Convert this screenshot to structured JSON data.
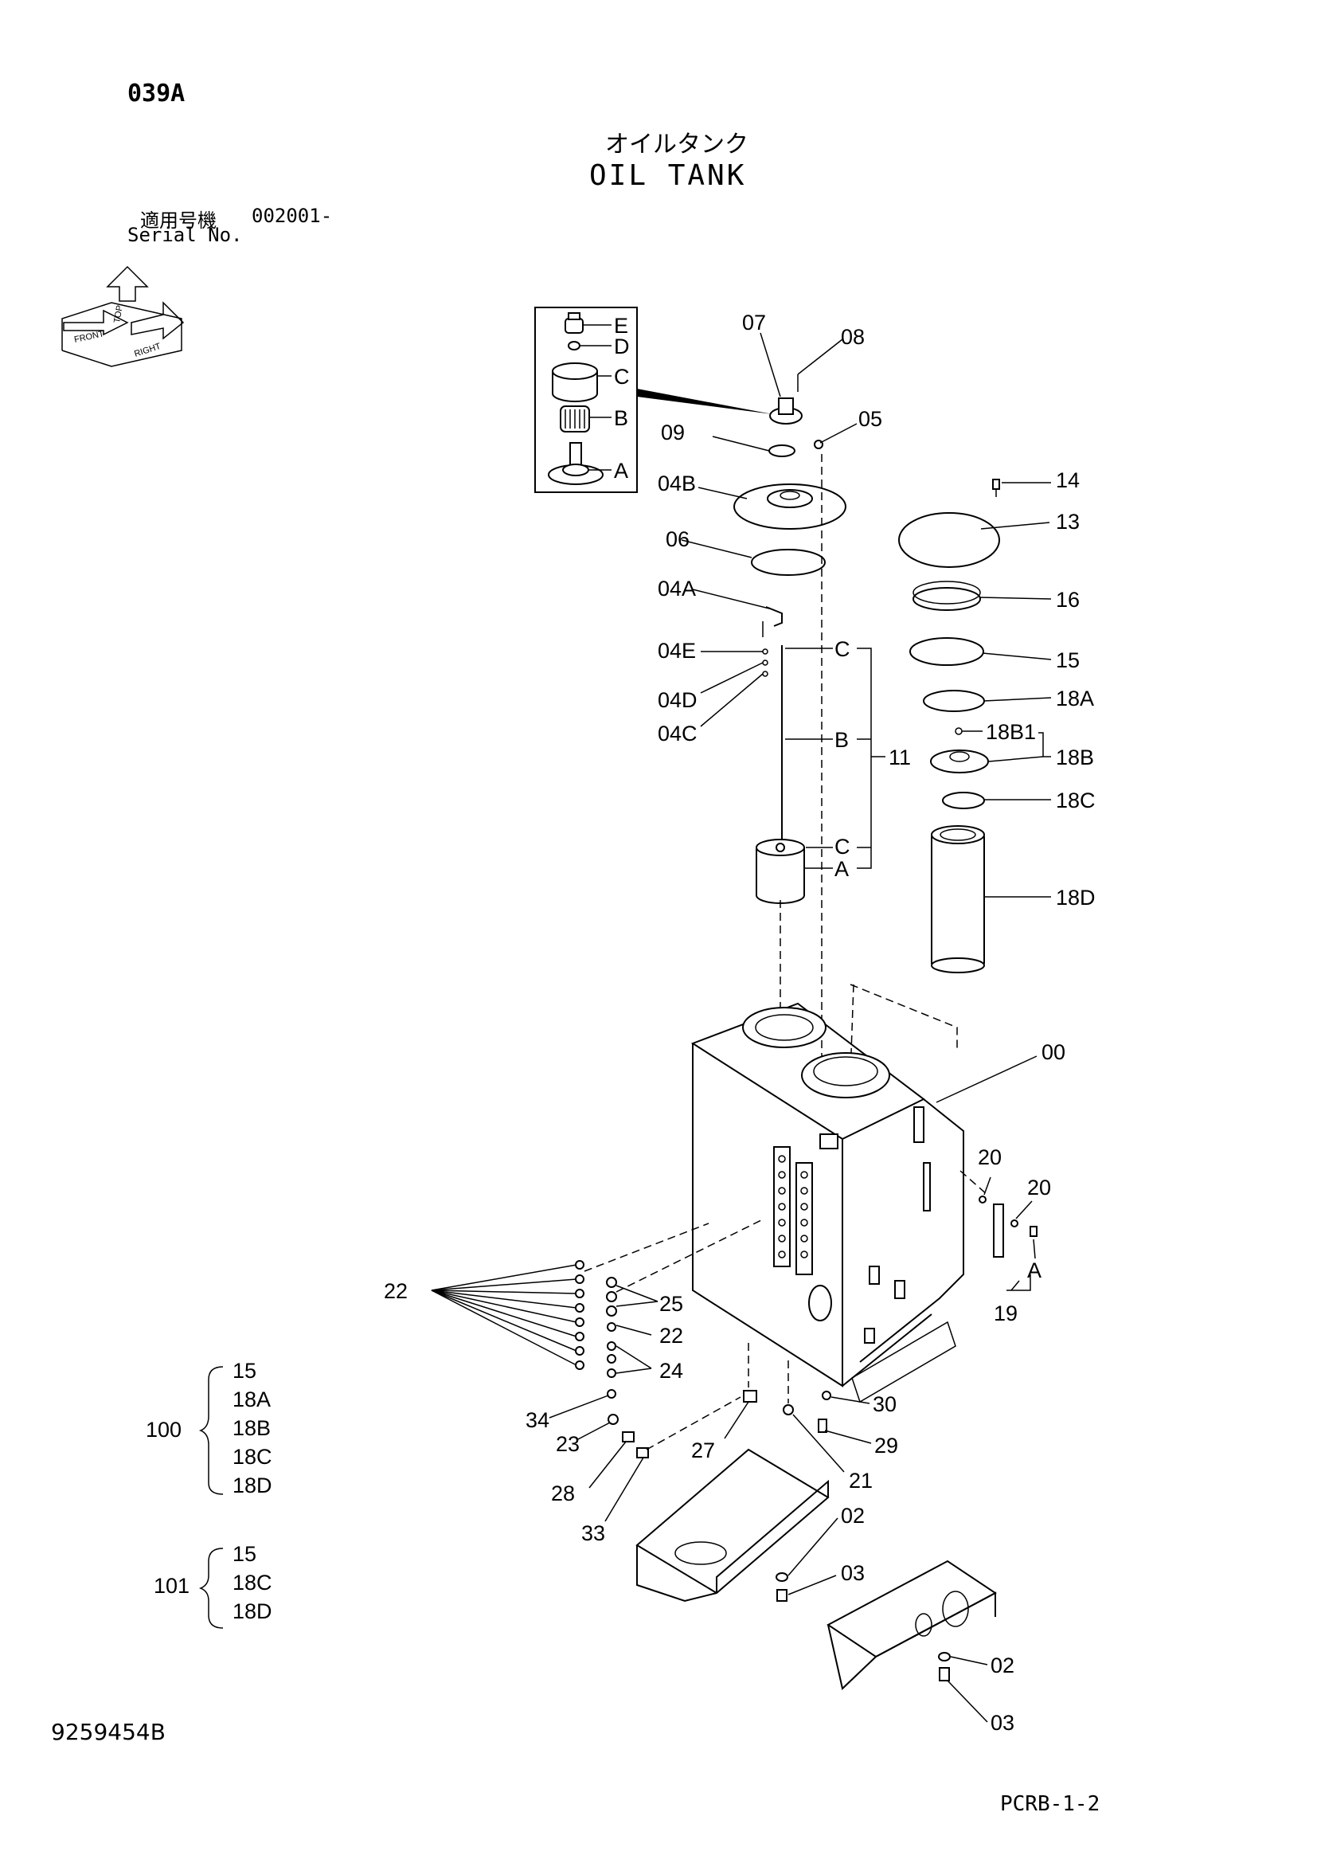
{
  "header": {
    "page_number": "039A",
    "title_jp": "オイルタンク",
    "title_en": "OIL TANK",
    "serial_label_jp": "適用号機",
    "serial_value": "002001-",
    "serial_label_en": "Serial No."
  },
  "orientation": {
    "top": "TOP",
    "front": "FRONT",
    "right": "RIGHT"
  },
  "inset_labels": [
    "E",
    "D",
    "C",
    "B",
    "A"
  ],
  "callouts": {
    "p07": "07",
    "p08": "08",
    "p09": "09",
    "p05": "05",
    "p04b": "04B",
    "p06": "06",
    "p04a": "04A",
    "p04e": "04E",
    "p04d": "04D",
    "p04c": "04C",
    "c_top": "C",
    "b_mid": "B",
    "c_bot": "C",
    "a_bot": "A",
    "p11": "11",
    "p14": "14",
    "p13": "13",
    "p16": "16",
    "p15": "15",
    "p18a": "18A",
    "p18b1": "18B1",
    "p18b": "18B",
    "p18c": "18C",
    "p18d": "18D",
    "p00": "00",
    "p20a": "20",
    "p20b": "20",
    "a_side": "A",
    "p19": "19",
    "p22a": "22",
    "p25": "25",
    "p22b": "22",
    "p24": "24",
    "p34": "34",
    "p23": "23",
    "p27": "27",
    "p30": "30",
    "p29": "29",
    "p21": "21",
    "p28": "28",
    "p33": "33",
    "p02a": "02",
    "p03a": "03",
    "p02b": "02",
    "p03b": "03"
  },
  "kits": [
    {
      "id": "100",
      "items": [
        "15",
        "18A",
        "18B",
        "18C",
        "18D"
      ]
    },
    {
      "id": "101",
      "items": [
        "15",
        "18C",
        "18D"
      ]
    }
  ],
  "footer": {
    "doc_code": "9259454B",
    "page_ref": "PCRB-1-2"
  }
}
